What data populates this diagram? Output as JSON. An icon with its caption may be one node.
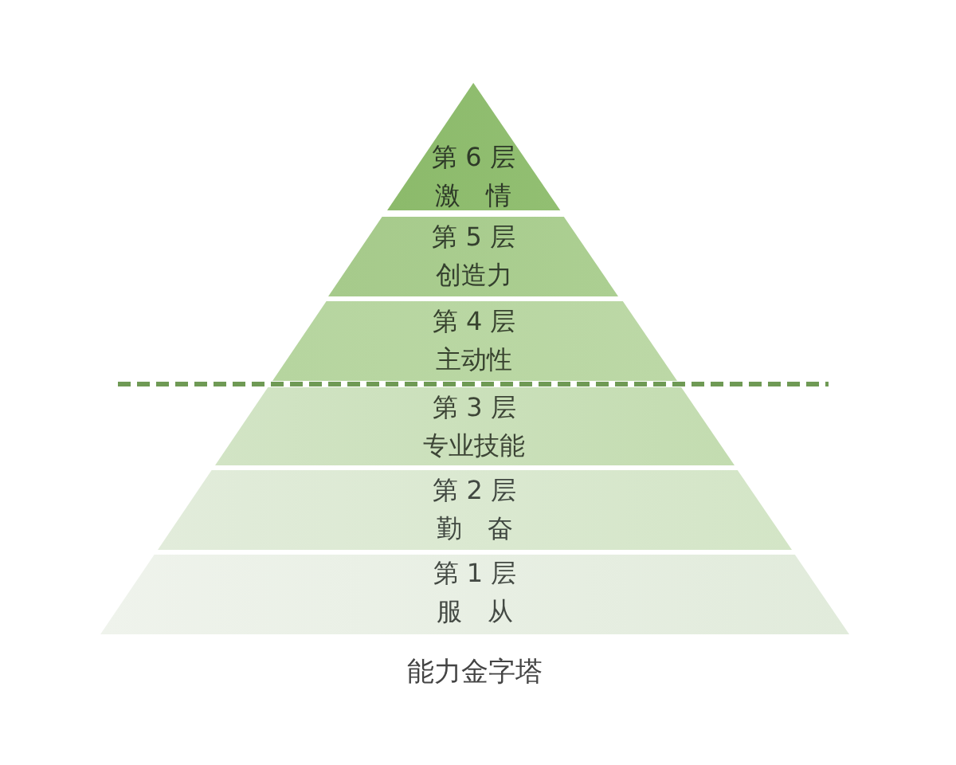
{
  "diagram": {
    "caption": "能力金字塔",
    "nodes": [
      {
        "text": [
          "第 6 层",
          "激　情"
        ]
      },
      {
        "text": [
          "第 5 层",
          "创造力"
        ]
      },
      {
        "text": [
          "第 4 层",
          "主动性"
        ]
      },
      {
        "text": [
          "第 3 层",
          "专业技能"
        ]
      },
      {
        "text": [
          "第 2 层",
          "勤　奋"
        ]
      },
      {
        "text": [
          "第 1 层",
          "服　从"
        ]
      }
    ]
  }
}
